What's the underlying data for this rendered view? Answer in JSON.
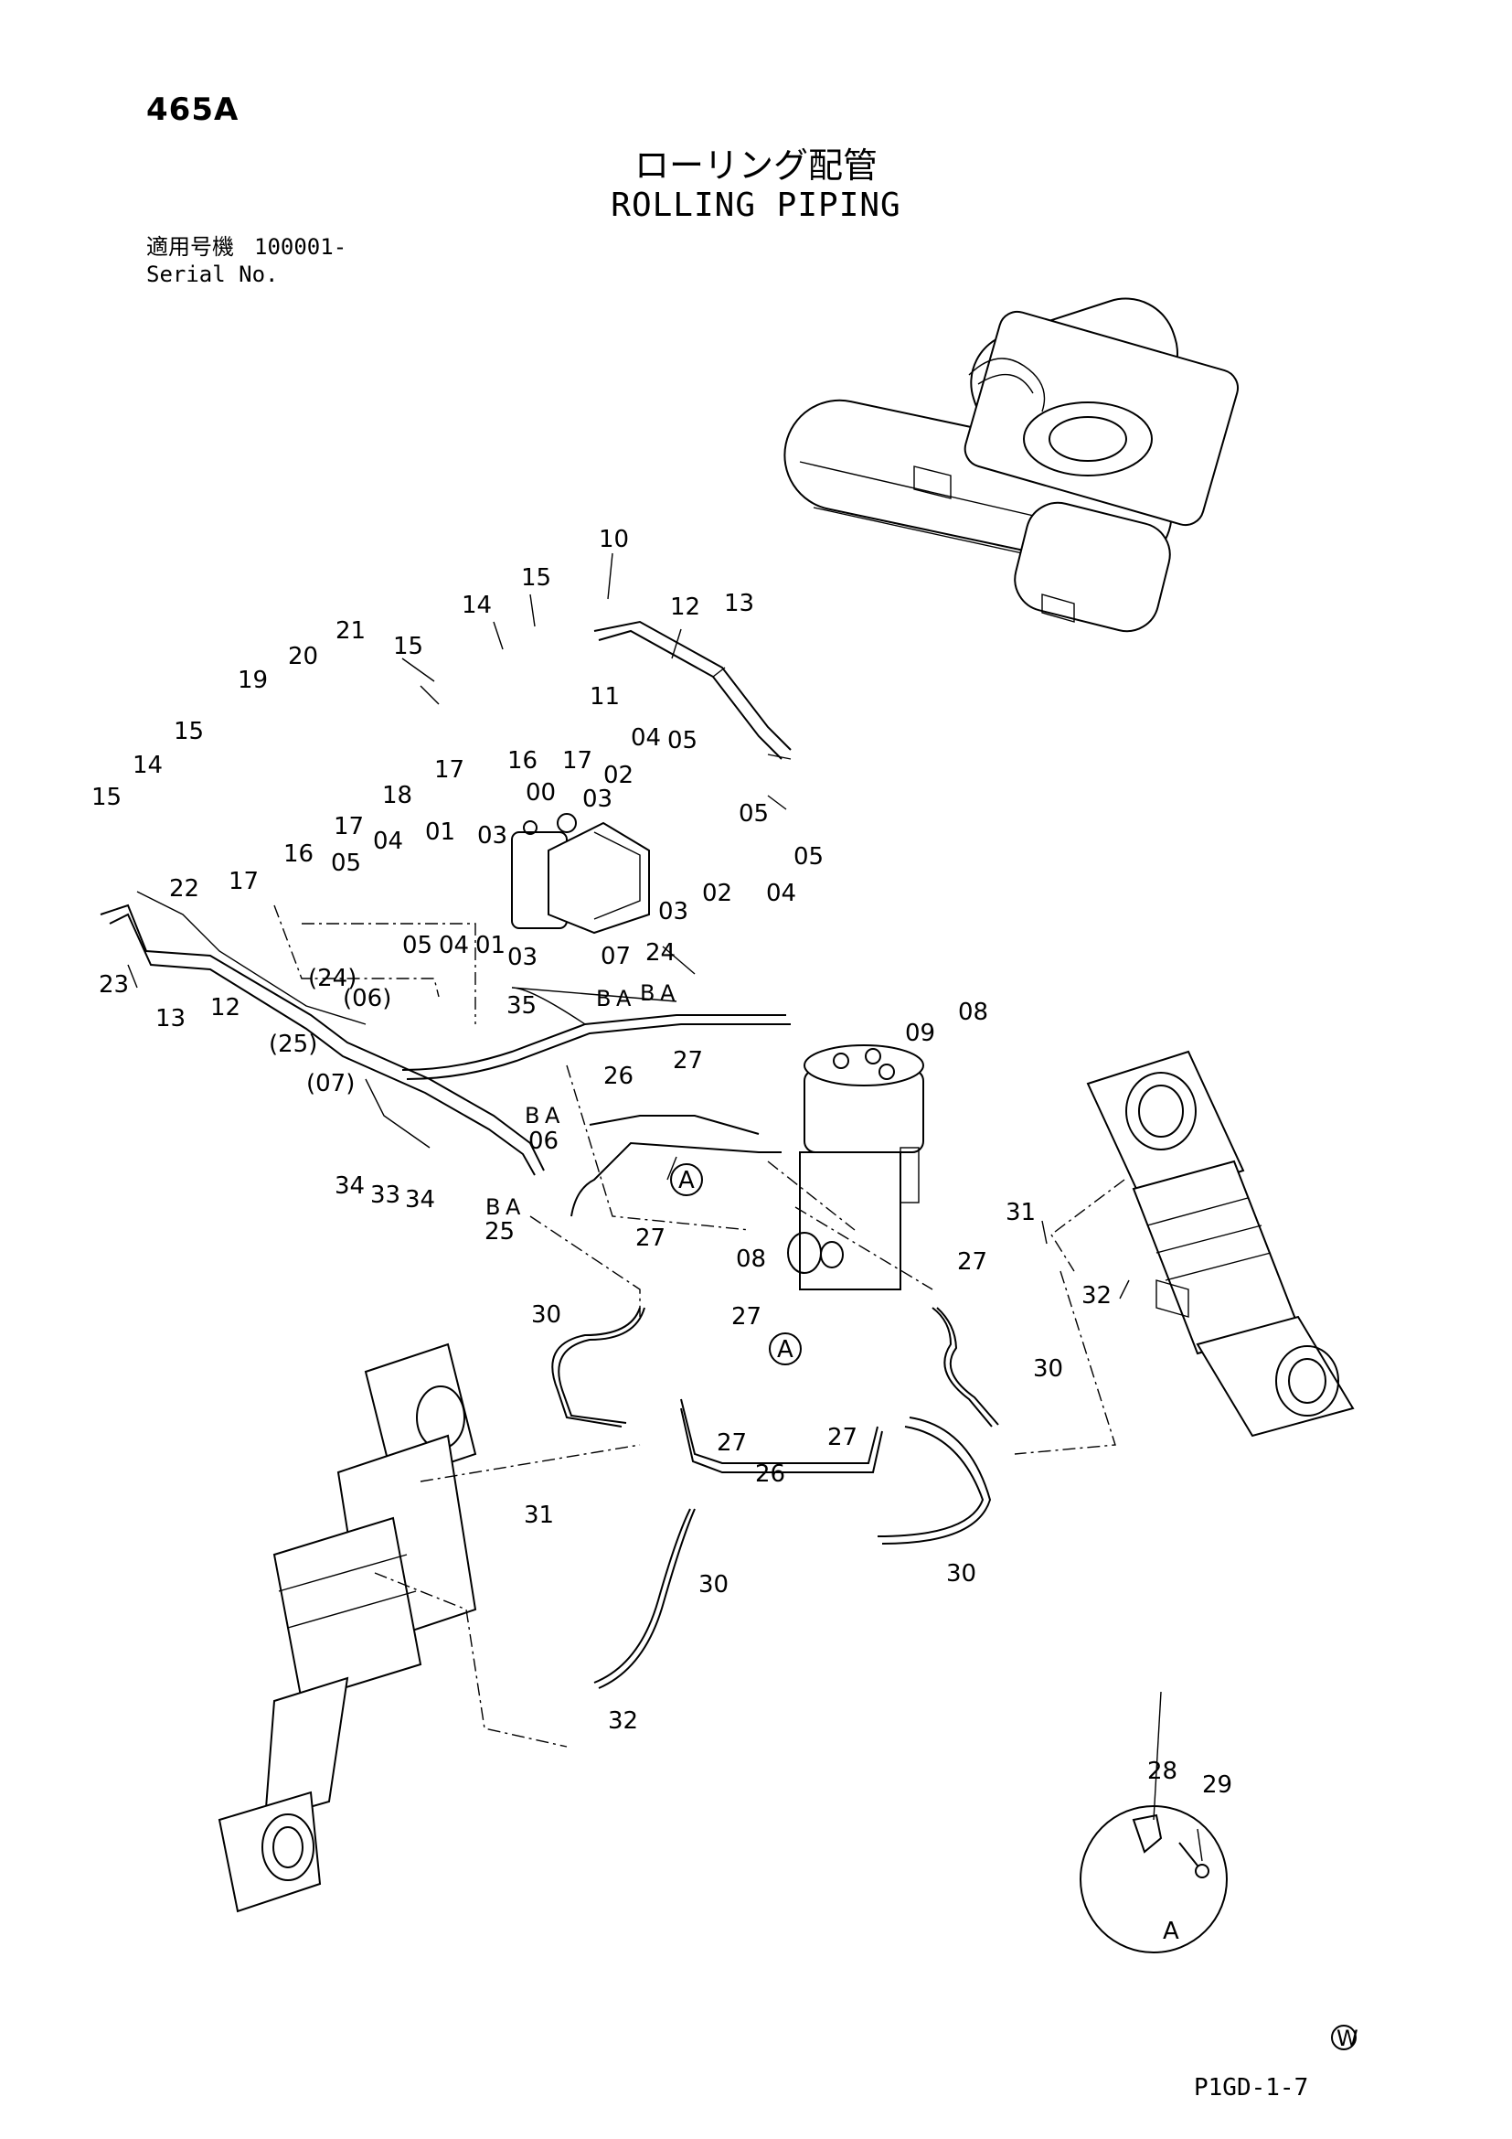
{
  "header": {
    "page_number": "465A",
    "title_jp": "ローリング配管",
    "title_en": "ROLLING PIPING",
    "serial_label_jp": "適用号機",
    "serial_value": "100001-",
    "serial_label_en": "Serial No."
  },
  "callouts": {
    "c10": "10",
    "c13a": "13",
    "c12a": "12",
    "c15a": "15",
    "c14a": "14",
    "c21": "21",
    "c20": "20",
    "c19": "19",
    "c15b": "15",
    "c15c": "15",
    "c14b": "14",
    "c15d": "15",
    "c11": "11",
    "c17a": "17",
    "c16a": "16",
    "c17b": "17",
    "c18": "18",
    "c17c": "17",
    "c16b": "16",
    "c17d": "17",
    "c04a": "04",
    "c05a": "05",
    "c02a": "02",
    "c00": "00",
    "c03a": "03",
    "c05b": "05",
    "c01a": "01",
    "c03b": "03",
    "c04b": "04",
    "c03c": "03",
    "c02b": "02",
    "c04c": "04",
    "c05c": "05",
    "c05d": "05",
    "c04d": "04",
    "c01b": "01",
    "c03d": "03",
    "c22": "22",
    "c23": "23",
    "c12b": "12",
    "c13b": "13",
    "c24p": "(24)",
    "c06p": "(06)",
    "c25p": "(25)",
    "c07p": "(07)",
    "c35": "35",
    "c07": "07",
    "c24": "24",
    "c06": "06",
    "c25": "25",
    "c27a": "27",
    "c26a": "26",
    "c09": "09",
    "c08a": "08",
    "c08b": "08",
    "c34a": "34",
    "c33": "33",
    "c34b": "34",
    "c27b": "27",
    "c27c": "27",
    "c31a": "31",
    "c32a": "32",
    "c30a": "30",
    "c27d": "27",
    "c27e": "27",
    "c26b": "26",
    "c27f": "27",
    "c30b": "30",
    "c30c": "30",
    "c30d": "30",
    "c31b": "31",
    "c32b": "32",
    "c28": "28",
    "c29": "29"
  },
  "view_marks": {
    "A1": "A",
    "A2": "A",
    "A_detail": "A",
    "B07": "B",
    "A07": "A",
    "B24": "B",
    "A24": "A",
    "B06": "B",
    "A06": "A",
    "B25": "B",
    "A25": "A"
  },
  "footer": {
    "drawing_code": "P1GD-1-7",
    "w_mark": "W"
  }
}
